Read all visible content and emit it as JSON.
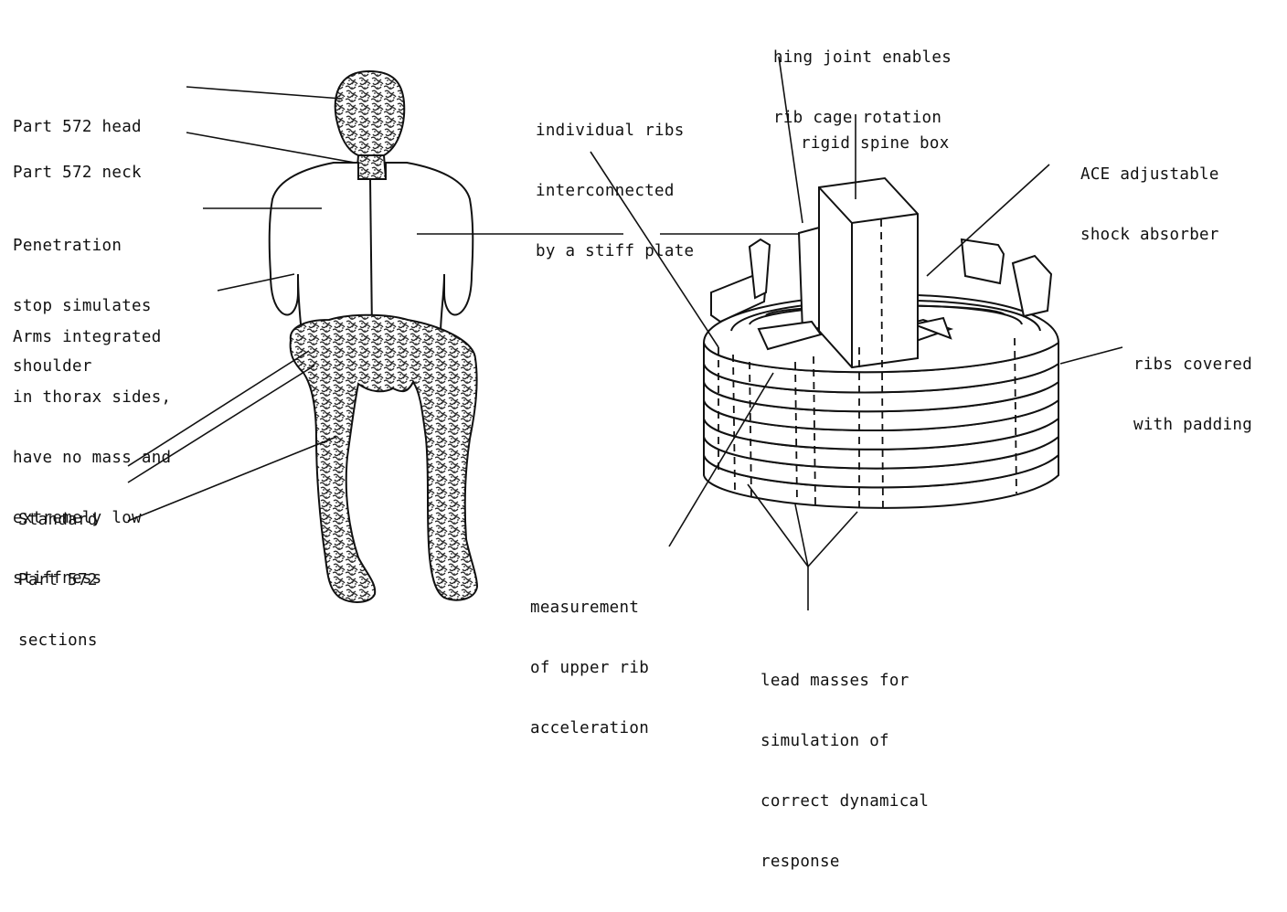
{
  "labels": {
    "head": [
      "Part 572 head"
    ],
    "neck": [
      "Part 572 neck"
    ],
    "penetration_stop": [
      "Penetration",
      "stop simulates",
      "shoulder"
    ],
    "arms": [
      "Arms integrated",
      "in thorax sides,",
      "have no mass and",
      "extremely low",
      "stiffness"
    ],
    "standard_sections": [
      "Standard",
      "Part 572",
      "sections"
    ],
    "hinge_joint": [
      "hing joint enables",
      "rib cage rotation"
    ],
    "individual_ribs": [
      "individual ribs",
      "interconnected",
      "by a stiff plate"
    ],
    "rigid_spine": [
      "rigid spine box"
    ],
    "shock_absorber": [
      "ACE adjustable",
      "shock absorber"
    ],
    "ribs_padding": [
      "ribs covered",
      "with padding"
    ],
    "measurement": [
      "measurement",
      "of upper rib",
      "acceleration"
    ],
    "lead_masses": [
      "lead masses for",
      "simulation of",
      "correct dynamical",
      "response"
    ]
  },
  "colors": {
    "ink": "#111111",
    "stipple": "#2a2a2a",
    "paper": "#ffffff"
  }
}
